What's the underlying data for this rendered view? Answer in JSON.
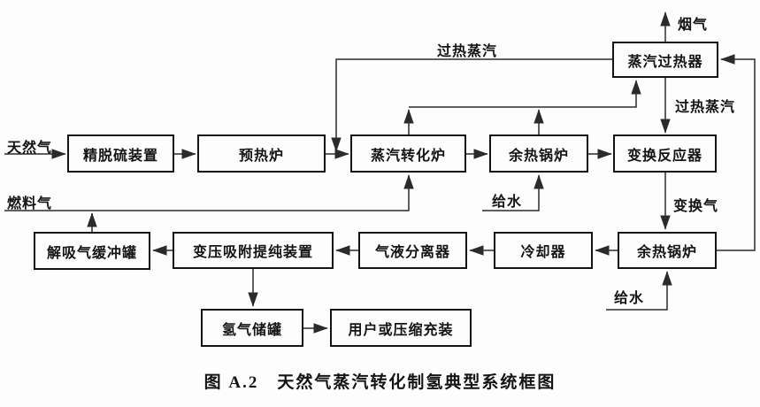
{
  "figure": {
    "caption": "图 A.2　天然气蒸汽转化制氢典型系统框图"
  },
  "nodes": {
    "desulfurization": "精脱硫装置",
    "preheater": "预热炉",
    "reformer": "蒸汽转化炉",
    "waste_heat_boiler_1": "余热锅炉",
    "shift_reactor": "变换反应器",
    "steam_superheater": "蒸汽过热器",
    "waste_heat_boiler_2": "余热锅炉",
    "cooler": "冷却器",
    "gas_liquid_separator": "气液分离器",
    "psa_unit": "变压吸附提纯装置",
    "desorption_buffer_tank": "解吸气缓冲罐",
    "hydrogen_tank": "氢气储罐",
    "user_or_compression": "用户或压缩充装"
  },
  "streams": {
    "natural_gas": "天然气",
    "fuel_gas": "燃料气",
    "superheated_steam_top": "过热蒸汽",
    "flue_gas": "烟气",
    "superheated_steam_right": "过热蒸汽",
    "feed_water_1": "给水",
    "shift_gas": "变换气",
    "feed_water_2": "给水"
  },
  "colors": {
    "line": "#2b2b2b",
    "box_border": "#141414",
    "text": "#141414",
    "background": "#fdfdfd"
  }
}
